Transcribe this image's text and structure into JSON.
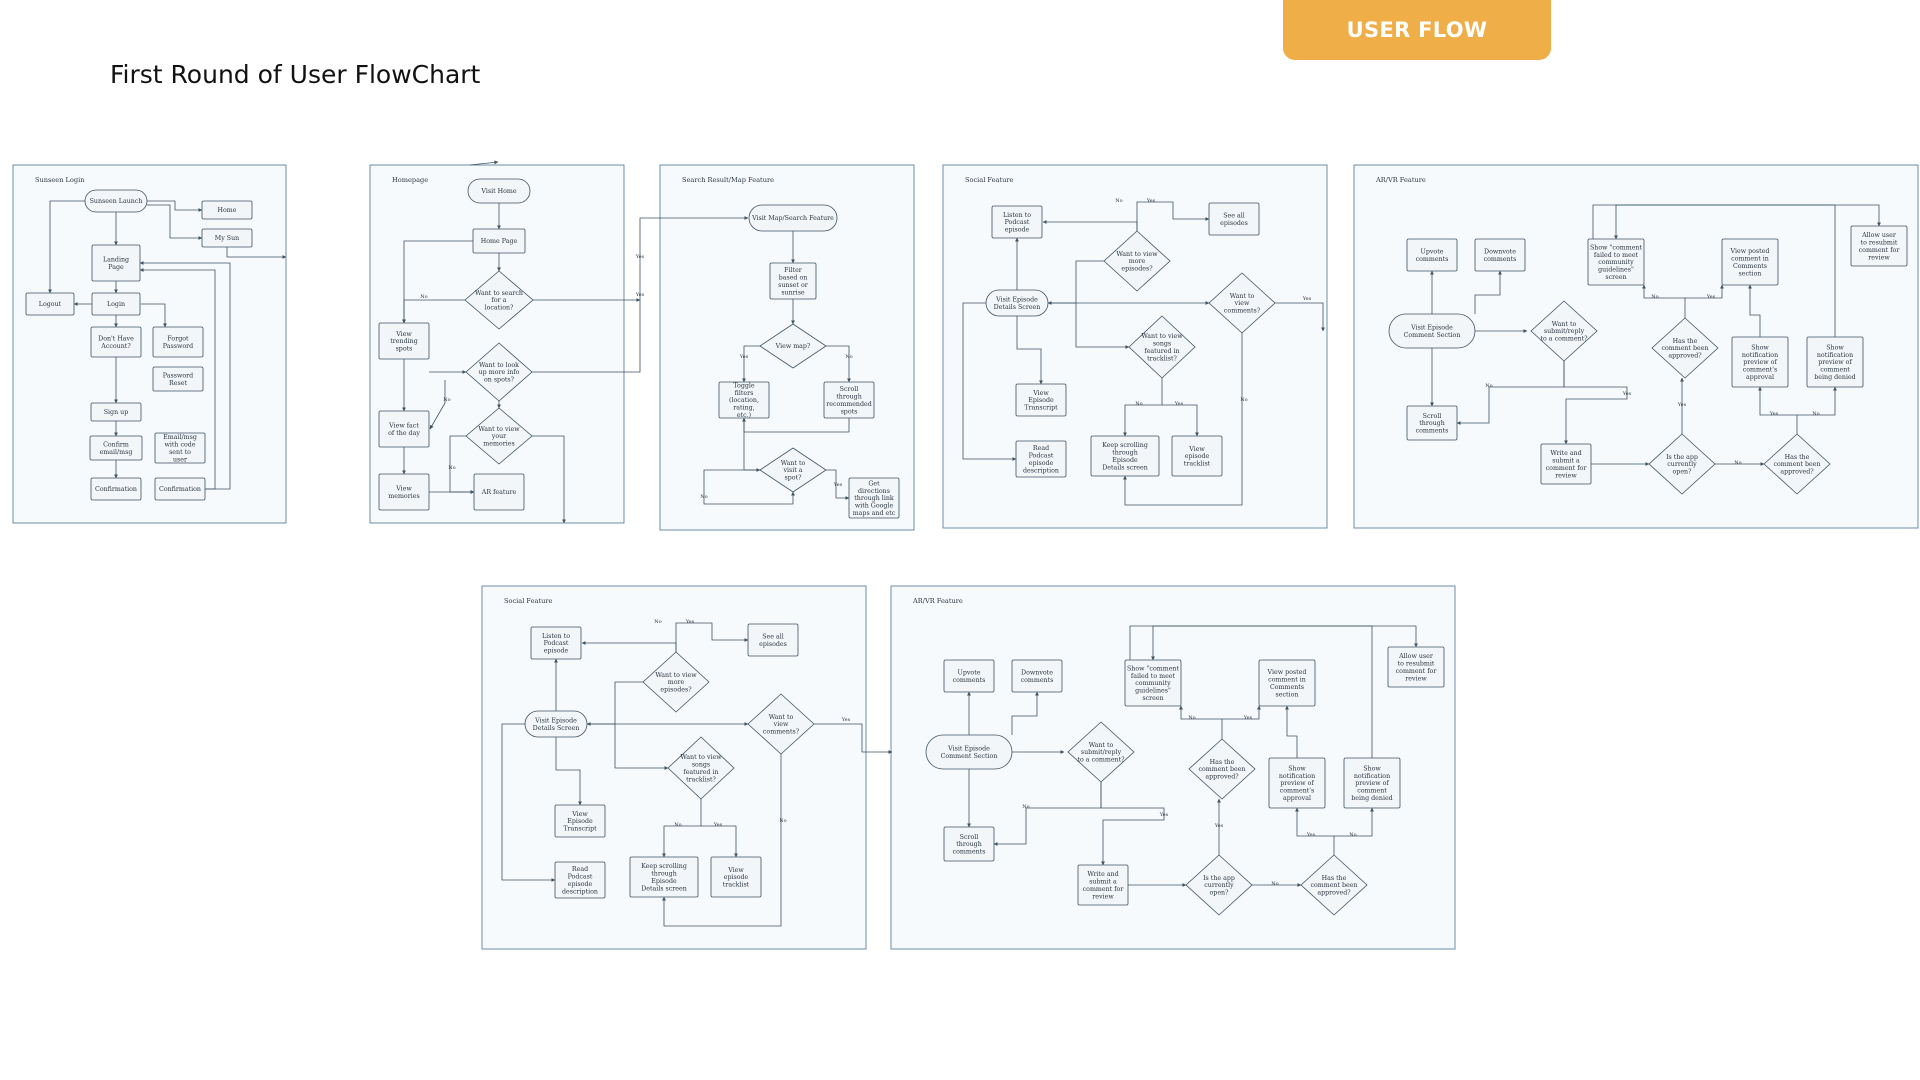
{
  "header": {
    "badge": "USER FLOW",
    "title": "First Round of User FlowChart"
  },
  "panels": {
    "login": {
      "title": "Sunseen Login",
      "nodes": {
        "launch": "Sunseen Launch",
        "home": "Home",
        "mysun": "My Sun",
        "landing": "Landing Page",
        "logout": "Logout",
        "login": "Login",
        "noacct": "Don't Have Account?",
        "forgot": "Forgot Password",
        "reset": "Password Reset",
        "signup": "Sign up",
        "confirm_email": "Confirm email/msg",
        "email_code": "Email/msg with code sent to user",
        "confirmation1": "Confirmation",
        "confirmation2": "Confirmation"
      }
    },
    "home": {
      "title": "Homepage",
      "nodes": {
        "visit_home": "Visit Home",
        "home_page": "Home Page",
        "search_loc": "Want to search for a location?",
        "trending": "View trending spots",
        "more_info": "Want to look up more info on spots?",
        "fact": "View fact of the day",
        "memories_q": "Want to view your memories",
        "memories": "View memories",
        "ar": "AR feature",
        "no1": "No",
        "no2": "No",
        "no3": "No",
        "yes1": "Yes",
        "yes2": "Yes"
      }
    },
    "search": {
      "title": "Search Result/Map Feature",
      "nodes": {
        "visit_map": "Visit Map/Search Feature",
        "filter": "Filter based on sunset or sunrise",
        "view_map": "View map?",
        "toggle": "Toggle filters (location, rating, etc.)",
        "scroll": "Scroll through recommended spots",
        "visit_spot": "Want to visit a spot?",
        "directions": "Get directions through link with Google maps and etc",
        "yes1": "Yes",
        "no1": "No",
        "no2": "No",
        "yes2": "Yes"
      }
    },
    "social": {
      "title": "Social Feature",
      "nodes": {
        "listen": "Listen to Podcast episode",
        "see_all": "See all episodes",
        "more_eps": "Want to view more episodes?",
        "details": "Visit Episode Details Screen",
        "view_comments": "Want to view comments?",
        "view_songs": "Want to view songs featured in tracklist?",
        "transcript": "View Episode Transcript",
        "description": "Read Podcast episode description",
        "keep_scrolling": "Keep scrolling through Episode Details screen",
        "tracklist": "View episode tracklist",
        "no1": "No",
        "yes1": "Yes",
        "no2": "No",
        "yes2": "Yes",
        "yes3": "Yes",
        "no3": "No"
      }
    },
    "arvr": {
      "title": "AR/VR Feature",
      "nodes": {
        "upvote": "Upvote comments",
        "downvote": "Downvote comments",
        "failed": "Show \"comment failed to meet community guidelines\" screen",
        "posted": "View posted comment in Comments section",
        "resubmit": "Allow user to resubmit comment for review",
        "comment_section": "Visit Episode Comment Section",
        "submit_q": "Want to submit/reply to a comment?",
        "approved_q": "Has the comment been approved?",
        "preview_approval": "Show notification preview of comment's approval",
        "preview_denied": "Show notification preview of comment being denied",
        "scroll_comments": "Scroll through comments",
        "write": "Write and submit a comment for review",
        "app_open": "Is the app currently open?",
        "approved_q2": "Has the comment been approved?",
        "no1": "No",
        "yes1": "Yes",
        "no2": "No",
        "yes2": "Yes",
        "yes3": "Yes",
        "no3": "No",
        "yes4": "Yes",
        "no4": "No"
      }
    }
  }
}
